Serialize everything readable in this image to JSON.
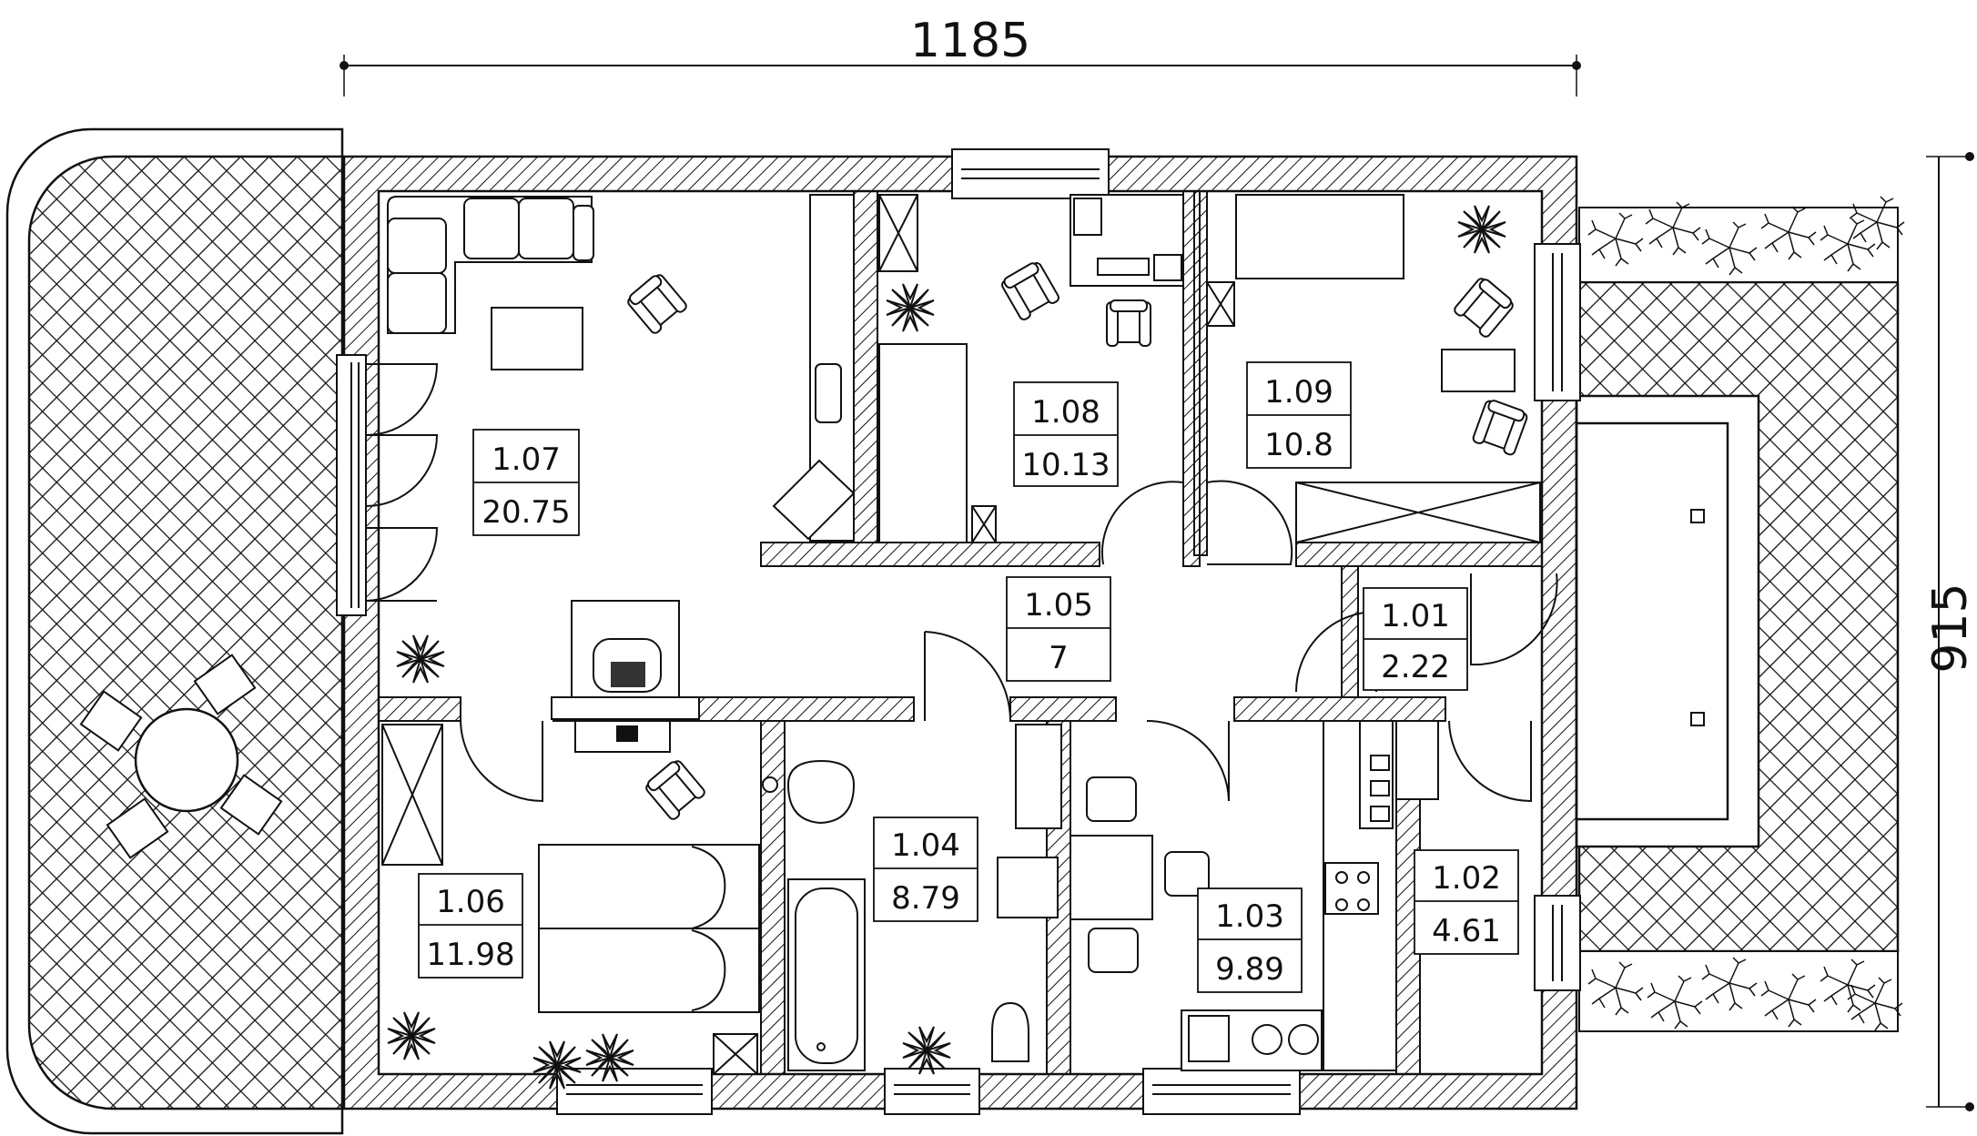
{
  "dimensions": {
    "width_label": "1185",
    "height_label": "915"
  },
  "rooms": [
    {
      "id": "room-1-01",
      "number": "1.01",
      "area": "2.22"
    },
    {
      "id": "room-1-02",
      "number": "1.02",
      "area": "4.61"
    },
    {
      "id": "room-1-03",
      "number": "1.03",
      "area": "9.89"
    },
    {
      "id": "room-1-04",
      "number": "1.04",
      "area": "8.79"
    },
    {
      "id": "room-1-05",
      "number": "1.05",
      "area": "7"
    },
    {
      "id": "room-1-06",
      "number": "1.06",
      "area": "11.98"
    },
    {
      "id": "room-1-07",
      "number": "1.07",
      "area": "20.75"
    },
    {
      "id": "room-1-08",
      "number": "1.08",
      "area": "10.13"
    },
    {
      "id": "room-1-09",
      "number": "1.09",
      "area": "10.8"
    }
  ],
  "colors": {
    "line": "#111111",
    "background": "#ffffff"
  }
}
